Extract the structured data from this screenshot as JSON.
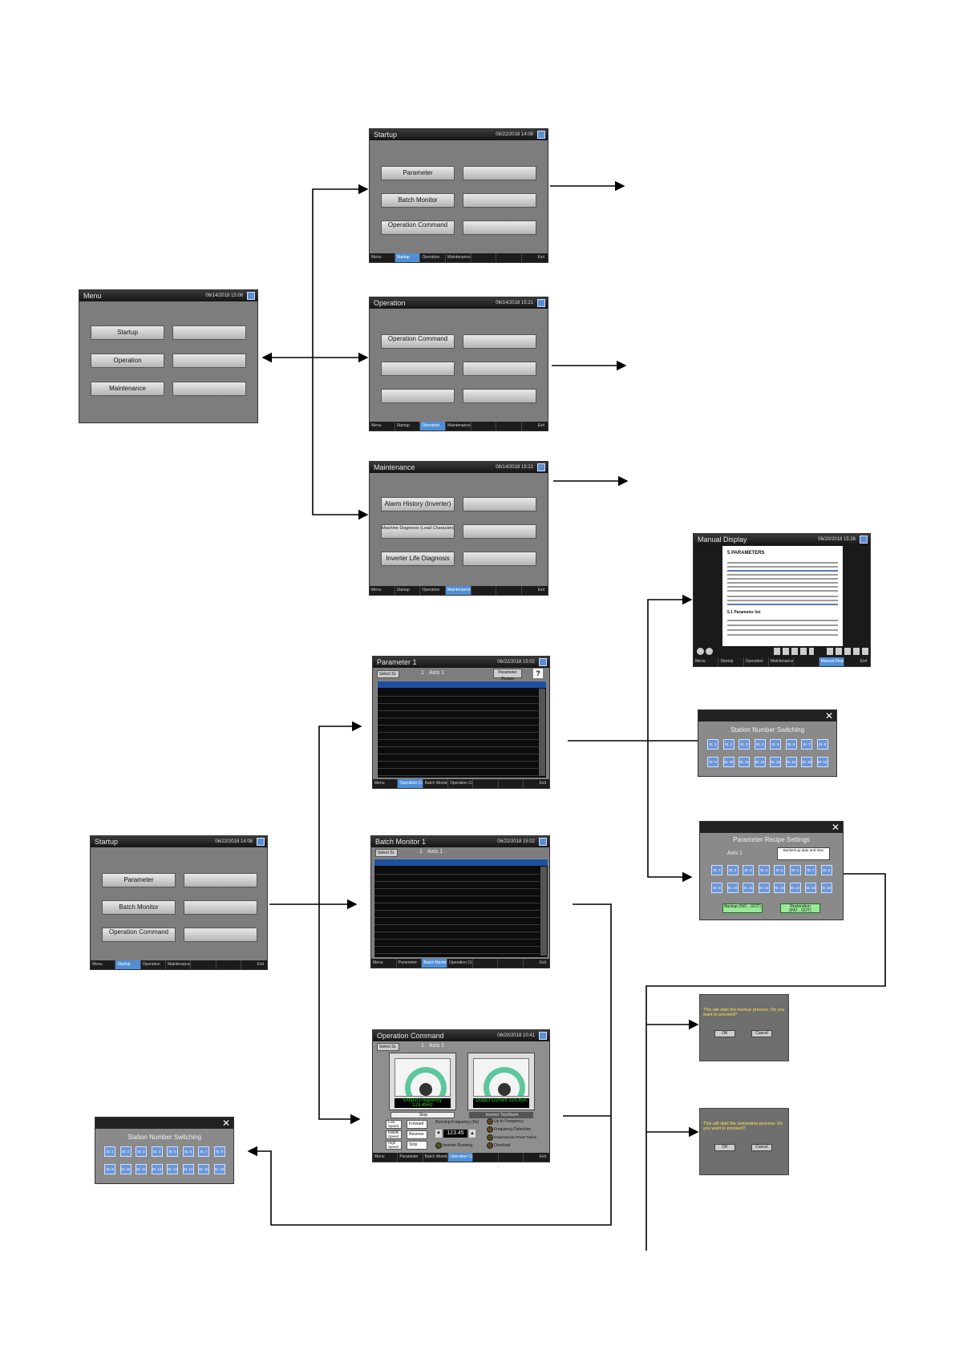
{
  "menu_screen": {
    "title": "Menu",
    "datetime": "06/14/2018 15:06",
    "buttons": [
      "Startup",
      "Operation",
      "Maintenance"
    ]
  },
  "startup_screen": {
    "title": "Startup",
    "datetime": "06/22/2018 14:08",
    "buttons": [
      "Parameter",
      "Batch Monitor",
      "Operation Command"
    ],
    "nav": [
      "Menu",
      "Startup",
      "Operation",
      "Maintenance",
      "Exit"
    ]
  },
  "operation_screen": {
    "title": "Operation",
    "datetime": "06/14/2018 15:21",
    "buttons": [
      "Operation Command"
    ],
    "nav": [
      "Menu",
      "Startup",
      "Operation",
      "Maintenance",
      "Exit"
    ]
  },
  "maintenance_screen": {
    "title": "Maintenance",
    "datetime": "06/14/2018 15:22",
    "buttons": [
      "Alarm History (Inverter)",
      "Machine Diagnosis (Load Characteristics Measurement)",
      "Inverter Life Diagnosis"
    ],
    "nav": [
      "Menu",
      "Startup",
      "Operation",
      "Maintenance",
      "Exit"
    ]
  },
  "manual_screen": {
    "title": "Manual Display",
    "datetime": "06/20/2018 15:26",
    "doc_heading": "5  PARAMETERS",
    "doc_section": "5.1  Parameter list",
    "nav": [
      "Menu",
      "Startup",
      "Operation",
      "Maintenance",
      "Manual Display",
      "Exit"
    ]
  },
  "station_dialog": {
    "title": "Station Number Switching",
    "stations": [
      "St. 1",
      "St. 2",
      "St. 3",
      "St. 4",
      "St. 5",
      "St. 6",
      "St. 7",
      "St. 8",
      "St. 9",
      "St. 10",
      "St. 11",
      "St. 12",
      "St. 13",
      "St. 14",
      "St. 15",
      "St. 16"
    ]
  },
  "recipe_dialog": {
    "title": "Parameter Recipe Settings",
    "axis": "Axis 1",
    "backup_label": "Backed-up date and time",
    "backup_button": "Backup (INV→GOT)",
    "restore_button": "Restoration (INV←GOT)"
  },
  "backup_confirm": {
    "message": "This will start the backup process. Do you want to proceed?",
    "ok": "OK",
    "cancel": "Cancel"
  },
  "restore_confirm": {
    "message": "This will start the restoration process. Do you want to proceed?",
    "ok": "OK",
    "cancel": "Cancel"
  },
  "startup_screen_2": {
    "title": "Startup",
    "datetime": "06/22/2018 14:08",
    "buttons": [
      "Parameter",
      "Batch Monitor",
      "Operation Command"
    ],
    "nav": [
      "Menu",
      "Startup",
      "Operation",
      "Maintenance",
      "Exit"
    ]
  },
  "parameter_screen": {
    "title": "Parameter 1",
    "datetime": "06/22/2018 15:02",
    "select_label": "Select St.",
    "station": "1",
    "axis": "Axis 1",
    "recipe_button": "Parameter Recipe",
    "help": "?",
    "nav": [
      "Menu",
      "Operation Command",
      "Batch Monitor",
      "Operation Command",
      "Exit"
    ]
  },
  "batch_screen": {
    "title": "Batch Monitor 1",
    "datetime": "06/22/2018 15:02",
    "select_label": "Select St.",
    "station": "1",
    "axis": "Axis 1",
    "nav": [
      "Menu",
      "Parameter",
      "Batch Monitor",
      "Operation Command",
      "Exit"
    ]
  },
  "opcmd_screen": {
    "title": "Operation Command",
    "datetime": "06/20/2018 10:41",
    "select_label": "Select St.",
    "station": "1",
    "axis": "Axis 1",
    "meter1": "Output Frequency  123.45Hz",
    "meter2": "Output Current  123.45A",
    "stop_label": "Stop",
    "fault_label": "Inverter Trip/Alarm",
    "speed_buttons": [
      "Low Speed",
      "Middle Speed",
      "High Speed"
    ],
    "dir_buttons": [
      "Forward",
      "Reverse",
      "Stop"
    ],
    "running_label": "Running Frequency (Hz)",
    "running_value": "123.45",
    "inverter_running": "Inverter Running",
    "lamps": [
      "Up to Frequency",
      "Frequency Detection",
      "Instantaneous Power Failure",
      "Overload"
    ],
    "nav": [
      "Menu",
      "Parameter",
      "Batch Monitor",
      "Operation Command",
      "Exit"
    ]
  },
  "station_dialog_2": {
    "title": "Station Number Switching",
    "stations": [
      "St. 1",
      "St. 2",
      "St. 3",
      "St. 4",
      "St. 5",
      "St. 6",
      "St. 7",
      "St. 8",
      "St. 9",
      "St. 10",
      "St. 11",
      "St. 12",
      "St. 13",
      "St. 14",
      "St. 15",
      "St. 16"
    ]
  }
}
